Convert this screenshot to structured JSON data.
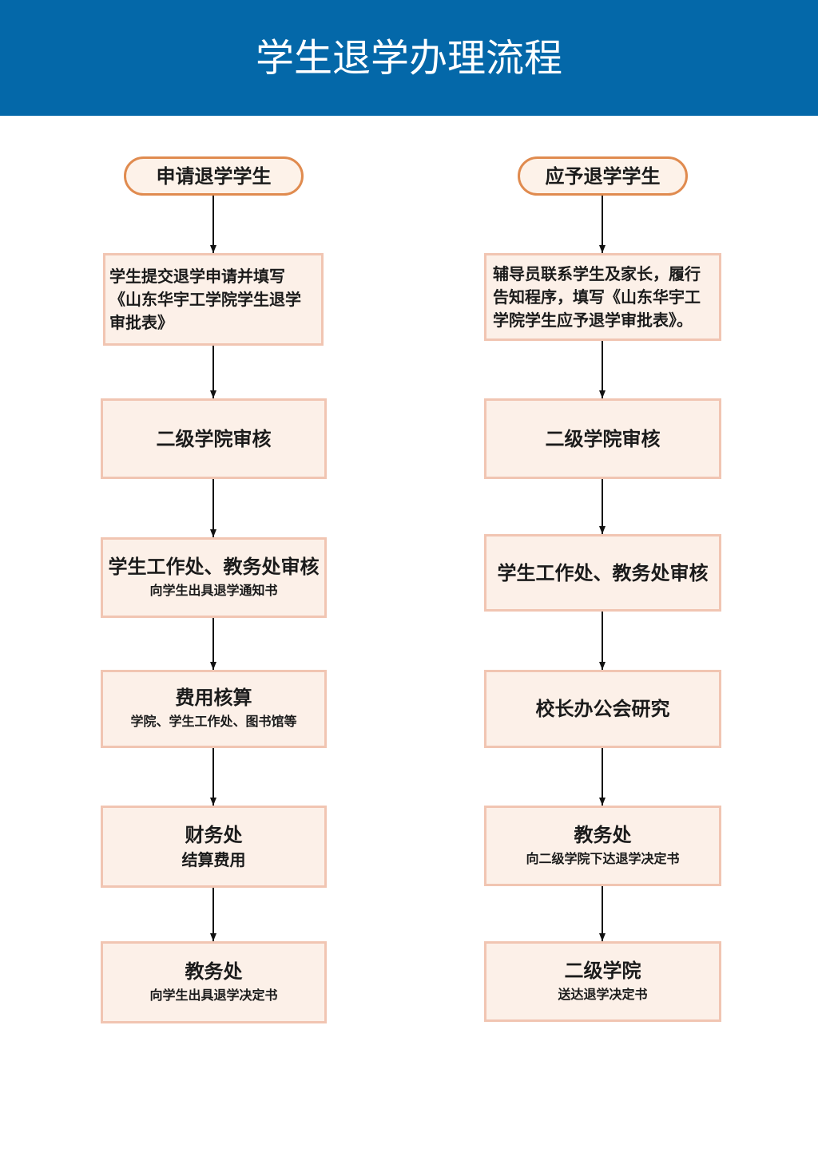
{
  "header": {
    "title": "学生退学办理流程"
  },
  "left": {
    "start": "申请退学学生",
    "steps": [
      {
        "lines": [
          "学生提交退学申请并填写",
          "《山东华宇工学院学生退学",
          "审批表》"
        ]
      },
      {
        "title": "二级学院审核"
      },
      {
        "title": "学生工作处、教务处审核",
        "note": "向学生出具退学通知书"
      },
      {
        "title": "费用核算",
        "note": "学院、学生工作处、图书馆等"
      },
      {
        "title": "财务处",
        "note": "结算费用"
      },
      {
        "title": "教务处",
        "note": "向学生出具退学决定书"
      }
    ]
  },
  "right": {
    "start": "应予退学学生",
    "steps": [
      {
        "lines": [
          "辅导员联系学生及家长，履行",
          "告知程序，填写《山东华宇工",
          "学院学生应予退学审批表》。"
        ]
      },
      {
        "title": "二级学院审核"
      },
      {
        "title": "学生工作处、教务处审核"
      },
      {
        "title": "校长办公会研究"
      },
      {
        "title": "教务处",
        "note": "向二级学院下达退学决定书"
      },
      {
        "title": "二级学院",
        "note": "送达退学决定书"
      }
    ]
  },
  "theme": {
    "header_bg": "#0468a9",
    "header_text": "#ffffff",
    "box_fill": "#fcf0e8",
    "box_border": "#f1c5b2",
    "pill_fill": "#fdf2e9",
    "pill_border": "#e08b4f",
    "text": "#1b1b1b",
    "arrow": "#111111"
  }
}
